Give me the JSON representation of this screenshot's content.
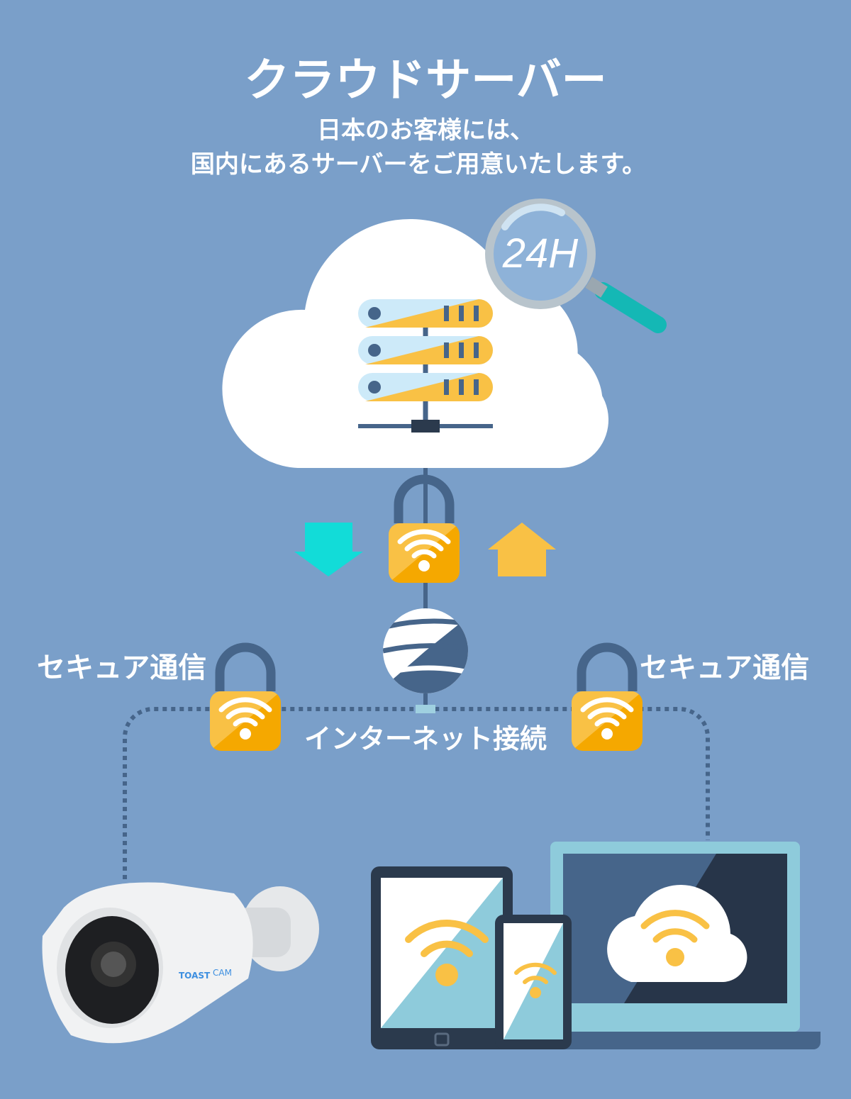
{
  "header": {
    "title": "クラウドサーバー",
    "subtitle_line1": "日本のお客様には、",
    "subtitle_line2": "国内にあるサーバーをご用意いたします。"
  },
  "cloud": {
    "badge": "24H"
  },
  "labels": {
    "secure_left": "セキュア通信",
    "secure_right": "セキュア通信",
    "internet": "インターネット接続"
  },
  "camera": {
    "brand_bold": "TOAST",
    "brand_light": "CAM"
  },
  "colors": {
    "background": "#7a9fc9",
    "lock_orange": "#f5a800",
    "lock_yellow": "#f9c145",
    "download_teal": "#12dcd8",
    "upload_yellow": "#f9c145",
    "line_navy": "#46658a"
  }
}
